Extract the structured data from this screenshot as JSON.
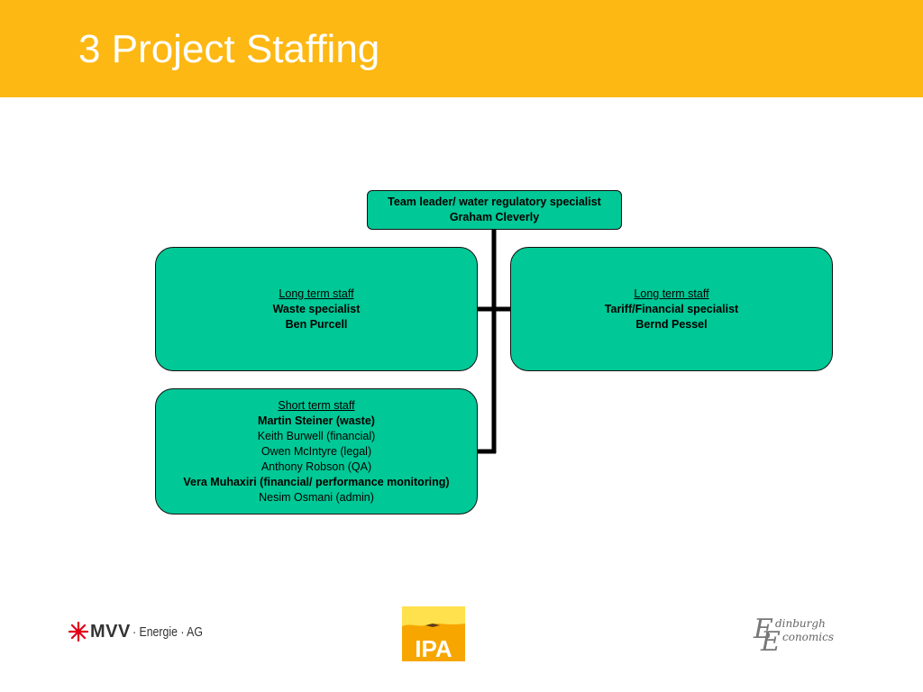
{
  "slide": {
    "title": "3 Project Staffing"
  },
  "org_chart": {
    "top": {
      "role": "Team leader/ water regulatory specialist",
      "name": "Graham Cleverly"
    },
    "long_term_left": {
      "heading": "Long term staff",
      "role": "Waste specialist",
      "name": "Ben Purcell"
    },
    "long_term_right": {
      "heading": "Long term staff",
      "role": "Tariff/Financial specialist",
      "name": "Bernd Pessel"
    },
    "short_term": {
      "heading": "Short term staff",
      "members": [
        {
          "text": "Martin Steiner (waste)",
          "bold": true
        },
        {
          "text": "Keith Burwell (financial)",
          "bold": false
        },
        {
          "text": "Owen McIntyre (legal)",
          "bold": false
        },
        {
          "text": "Anthony Robson (QA)",
          "bold": false
        },
        {
          "text": "Vera Muhaxiri (financial/ performance monitoring)",
          "bold": true
        },
        {
          "text": "Nesim Osmani (admin)",
          "bold": false
        }
      ]
    }
  },
  "colors": {
    "header": "#FDB813",
    "node_fill": "#00C896",
    "connector": "#000000"
  },
  "logos": {
    "mvv": {
      "brand": "MVV",
      "suffix": "· Energie · AG"
    },
    "ipa": {
      "text": "IPA"
    },
    "edinburgh_economics": {
      "line1": "dinburgh",
      "line2": "conomics"
    }
  }
}
